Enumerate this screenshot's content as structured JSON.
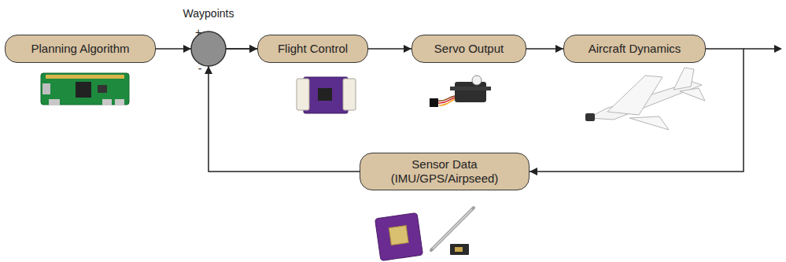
{
  "diagram": {
    "nodes": [
      {
        "text": [
          "Planning Algorithm"
        ]
      },
      {
        "text": [
          "Flight Control"
        ]
      },
      {
        "text": [
          "Servo Output"
        ]
      },
      {
        "text": [
          "Aircraft Dynamics"
        ]
      },
      {
        "text": [
          "Sensor Data (IMU/GPS/Airpseed)"
        ]
      }
    ],
    "edges": [
      {
        "from": 0,
        "to": 1,
        "arrow": "to"
      },
      {
        "from": 1,
        "to": 2,
        "arrow": "to"
      },
      {
        "from": 2,
        "to": 3,
        "arrow": "to"
      },
      {
        "from": 3,
        "to": 4,
        "arrow": "to"
      },
      {
        "from": 4,
        "to": 1,
        "arrow": "to"
      }
    ],
    "labels": [
      "Waypoints",
      "+",
      "-"
    ]
  }
}
